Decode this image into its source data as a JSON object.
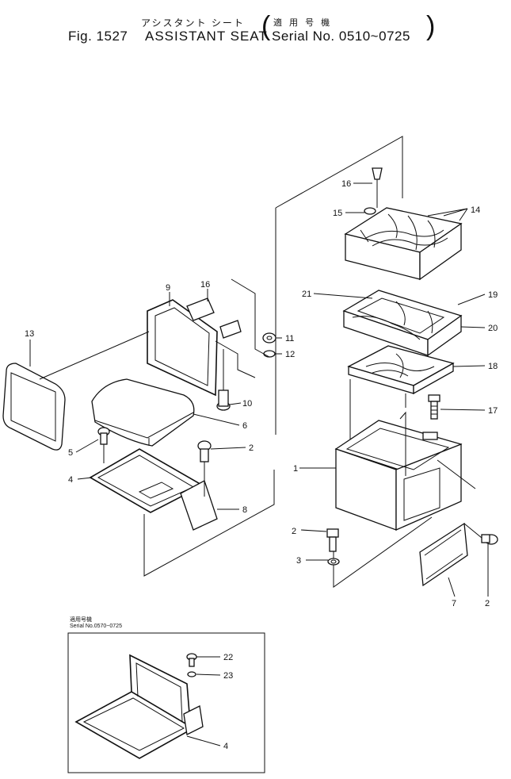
{
  "header": {
    "jp_title": "アシスタント シート",
    "jp_applicable": "適 用 号 機",
    "fig_label": "Fig. 1527",
    "title": "ASSISTANT SEAT",
    "serial": "Serial No. 0510~0725",
    "paren_open": "(",
    "paren_close": ")"
  },
  "inset": {
    "jp_applicable": "適用号機",
    "serial": "Serial No.0570~0725"
  },
  "callouts": {
    "c1": "1",
    "c2a": "2",
    "c2b": "2",
    "c2c": "2",
    "c3": "3",
    "c4a": "4",
    "c4b": "4",
    "c5": "5",
    "c6": "6",
    "c7": "7",
    "c8": "8",
    "c9": "9",
    "c10": "10",
    "c11": "11",
    "c12": "12",
    "c13": "13",
    "c14": "14",
    "c15": "15",
    "c16a": "16",
    "c16b": "16",
    "c17": "17",
    "c18": "18",
    "c19": "19",
    "c20": "20",
    "c21": "21",
    "c22": "22",
    "c23": "23"
  }
}
